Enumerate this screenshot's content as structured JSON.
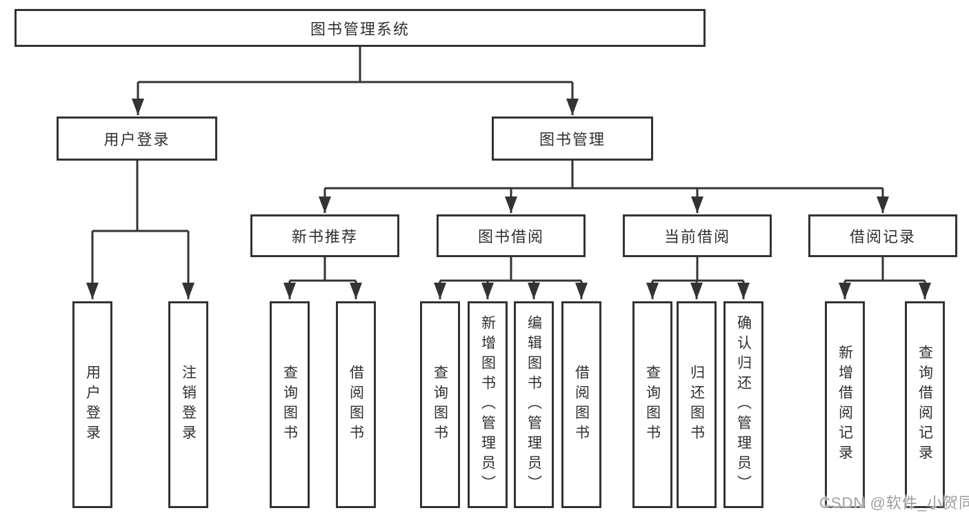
{
  "root": "图书管理系统",
  "level2": {
    "user_login": "用户登录",
    "book_mgmt": "图书管理"
  },
  "level3": {
    "new_book": "新书推荐",
    "book_borrow": "图书借阅",
    "current_borrow": "当前借阅",
    "borrow_record": "借阅记录"
  },
  "leaves": {
    "user_login": [
      "用户登录",
      "注销登录"
    ],
    "new_book": [
      "查询图书",
      "借阅图书"
    ],
    "book_borrow": [
      "查询图书",
      "新增图书（管理员）",
      "编辑图书（管理员）",
      "借阅图书"
    ],
    "current_borrow": [
      "查询图书",
      "归还图书",
      "确认归还（管理员）"
    ],
    "borrow_record": [
      "新增借阅记录",
      "查询借阅记录"
    ]
  },
  "watermark": "CSDN @软件_小贺同学",
  "colors": {
    "line": "#333333",
    "text": "#2f2f2f",
    "background": "#ffffff",
    "watermark": "#9e9e9e"
  }
}
